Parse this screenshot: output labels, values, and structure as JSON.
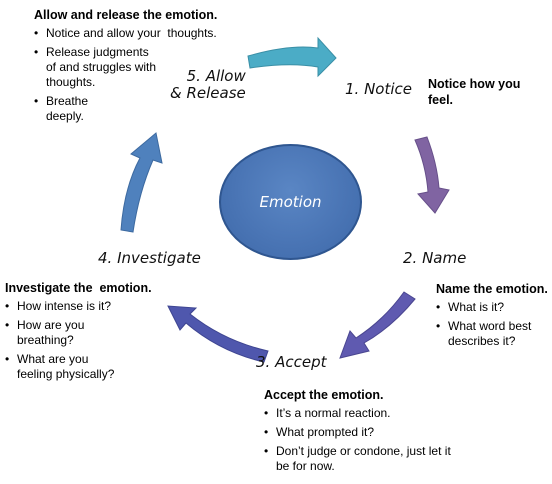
{
  "center_label": "Emotion",
  "steps": {
    "notice": "1. Notice",
    "name": "2. Name",
    "accept": "3. Accept",
    "investigate": "4. Investigate",
    "allow_line1": "5. Allow",
    "allow_line2": "& Release"
  },
  "notes": {
    "notice": {
      "heading": "Notice how you feel."
    },
    "name": {
      "heading": "Name the emotion.",
      "points": [
        "What is it?",
        "What word best describes it?"
      ]
    },
    "accept": {
      "heading": "Accept the emotion.",
      "points": [
        "It’s a normal reaction.",
        "What prompted it?",
        "Don’t judge or condone, just let it be for  now."
      ]
    },
    "investigate": {
      "heading": "Investigate the  emotion.",
      "points": [
        "How intense is it?",
        "How are you breathing?",
        "What are you feeling physically?"
      ]
    },
    "allow": {
      "heading": "Allow and release the emotion.",
      "points": [
        "Notice and allow your  thoughts.",
        "Release judgments of and struggles with thoughts.",
        "Breathe deeply."
      ]
    }
  },
  "colors": {
    "arrow_allow": "#4bacc6",
    "arrow_notice": "#8064a2",
    "arrow_name_accept": "#5f5ab0",
    "arrow_accept_investigate": "#4f57ad",
    "arrow_investigate_allow": "#4f81bd",
    "circle": "#4a75b5"
  },
  "icons": [
    "arrow-top-icon",
    "arrow-right-icon",
    "arrow-lower-right-icon",
    "arrow-bottom-left-icon",
    "arrow-left-icon"
  ]
}
